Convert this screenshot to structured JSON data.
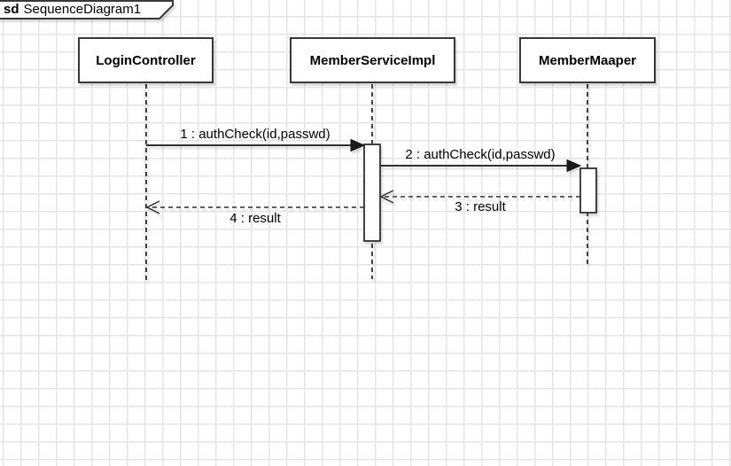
{
  "frame": {
    "keyword": "sd",
    "title": "SequenceDiagram1"
  },
  "lifelines": [
    {
      "name": "LoginController"
    },
    {
      "name": "MemberServiceImpl"
    },
    {
      "name": "MemberMaaper"
    }
  ],
  "messages": [
    {
      "label": "1 : authCheck(id,passwd)",
      "kind": "sync-call"
    },
    {
      "label": "2 : authCheck(id,passwd)",
      "kind": "sync-call"
    },
    {
      "label": "3 : result",
      "kind": "return"
    },
    {
      "label": "4 : result",
      "kind": "return"
    }
  ],
  "colors": {
    "background": "#ffffff",
    "grid_line": "#e5e5e5",
    "shape_stroke": "#383838",
    "shape_fill": "#ffffff",
    "text": "#000000"
  }
}
